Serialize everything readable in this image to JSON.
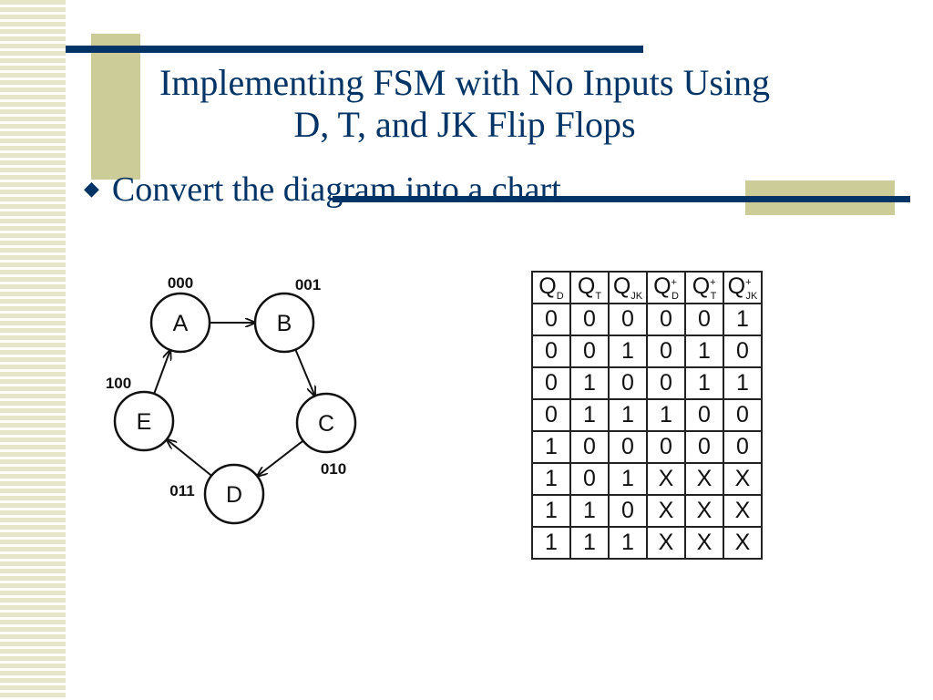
{
  "slide": {
    "title_line1": "Implementing FSM with No Inputs Using",
    "title_line2": "D, T, and JK Flip Flops",
    "bullet": "Convert the diagram into a chart",
    "bullet_marker": "◆"
  },
  "colors": {
    "title": "#003366",
    "accent_bar": "#003366",
    "accent_block": "#cccc99",
    "stripes": "#e6e6c8"
  },
  "diagram": {
    "states": [
      {
        "name": "A",
        "code": "000"
      },
      {
        "name": "B",
        "code": "001"
      },
      {
        "name": "C",
        "code": "010"
      },
      {
        "name": "D",
        "code": "011"
      },
      {
        "name": "E",
        "code": "100"
      }
    ],
    "transitions": [
      {
        "from": "A",
        "to": "B"
      },
      {
        "from": "B",
        "to": "C"
      },
      {
        "from": "C",
        "to": "D"
      },
      {
        "from": "D",
        "to": "E"
      },
      {
        "from": "E",
        "to": "A"
      }
    ]
  },
  "table": {
    "headers": [
      {
        "base": "Q",
        "sub": "D",
        "sup": ""
      },
      {
        "base": "Q",
        "sub": "T",
        "sup": ""
      },
      {
        "base": "Q",
        "sub": "JK",
        "sup": ""
      },
      {
        "base": "Q",
        "sub": "D",
        "sup": "+"
      },
      {
        "base": "Q",
        "sub": "T",
        "sup": "+"
      },
      {
        "base": "Q",
        "sub": "JK",
        "sup": "+"
      }
    ],
    "rows": [
      [
        "0",
        "0",
        "0",
        "0",
        "0",
        "1"
      ],
      [
        "0",
        "0",
        "1",
        "0",
        "1",
        "0"
      ],
      [
        "0",
        "1",
        "0",
        "0",
        "1",
        "1"
      ],
      [
        "0",
        "1",
        "1",
        "1",
        "0",
        "0"
      ],
      [
        "1",
        "0",
        "0",
        "0",
        "0",
        "0"
      ],
      [
        "1",
        "0",
        "1",
        "X",
        "X",
        "X"
      ],
      [
        "1",
        "1",
        "0",
        "X",
        "X",
        "X"
      ],
      [
        "1",
        "1",
        "1",
        "X",
        "X",
        "X"
      ]
    ]
  }
}
